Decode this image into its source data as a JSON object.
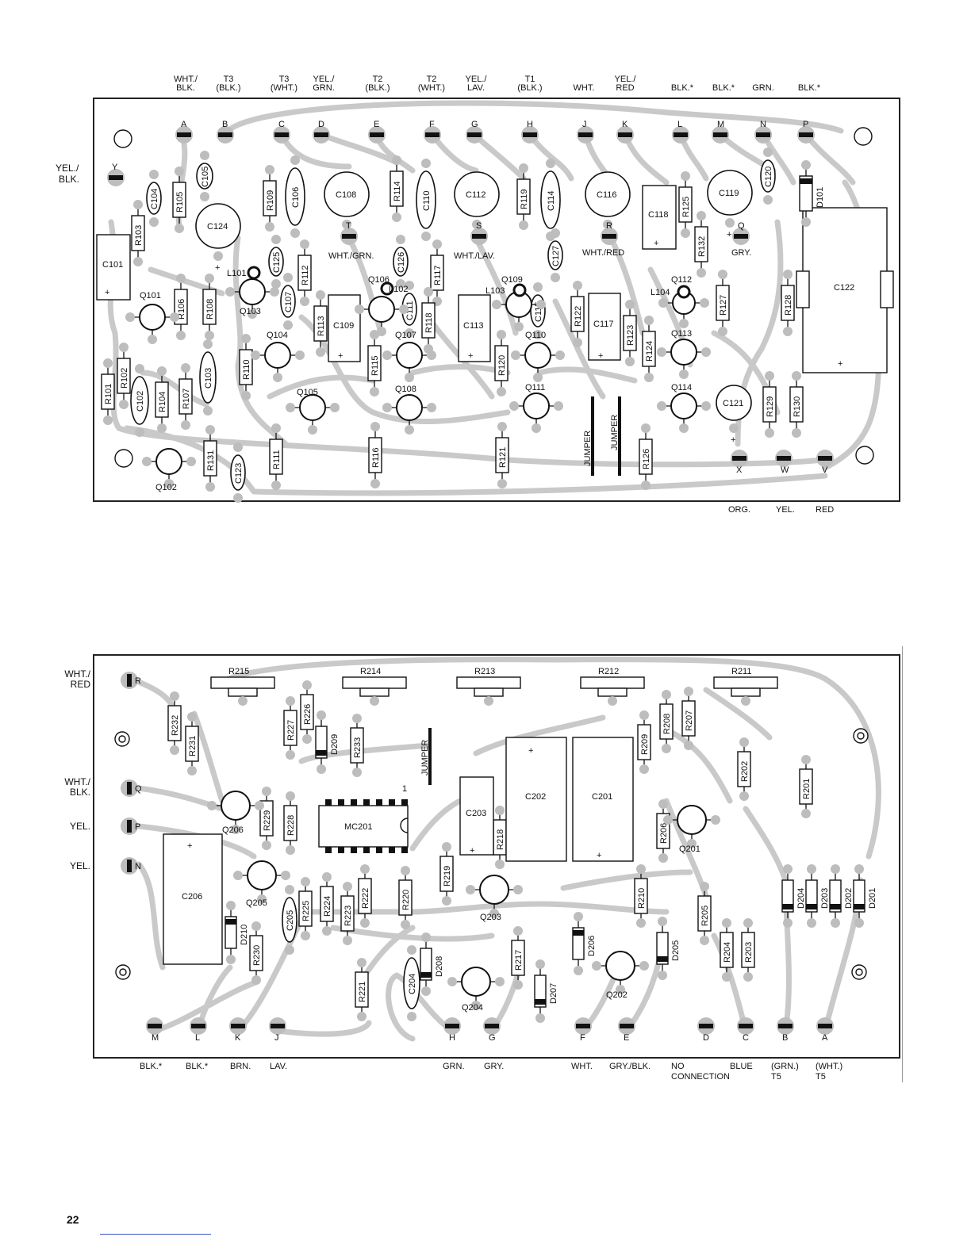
{
  "page_number": "22",
  "upper_board": {
    "top_labels": [
      {
        "text": "WHT./\nBLK."
      },
      {
        "text": "T3\n(BLK.)"
      },
      {
        "text": "T3\n(WHT.)"
      },
      {
        "text": "YEL./\nGRN."
      },
      {
        "text": "T2\n(BLK.)"
      },
      {
        "text": "T2\n(WHT.)"
      },
      {
        "text": "YEL./\nLAV."
      },
      {
        "text": "T1\n(BLK.)"
      },
      {
        "text": "WHT."
      },
      {
        "text": "YEL./\nRED"
      },
      {
        "text": "BLK.*"
      },
      {
        "text": "BLK.*"
      },
      {
        "text": "GRN."
      },
      {
        "text": "BLK.*"
      }
    ],
    "pads_top": [
      "A",
      "B",
      "C",
      "D",
      "E",
      "F",
      "G",
      "H",
      "J",
      "K",
      "L",
      "M",
      "N",
      "P"
    ],
    "side_label": "YEL./\nBLK.",
    "side_pad": "Y",
    "bottom_labels": [
      "ORG.",
      "YEL.",
      "RED"
    ],
    "bottom_pads": [
      "X",
      "W",
      "V"
    ],
    "inner_labels": [
      "WHT./GRN.",
      "WHT./LAV.",
      "WHT./RED",
      "GRY."
    ],
    "inner_pads": [
      "T",
      "S",
      "R",
      "Q"
    ],
    "jumpers": [
      "JUMPER",
      "JUMPER"
    ],
    "resistors": [
      "R101",
      "R102",
      "R103",
      "R104",
      "R105",
      "R106",
      "R107",
      "R108",
      "R109",
      "R110",
      "R111",
      "R112",
      "R113",
      "R114",
      "R115",
      "R116",
      "R117",
      "R118",
      "R119",
      "R120",
      "R121",
      "R122",
      "R123",
      "R124",
      "R125",
      "R126",
      "R127",
      "R128",
      "R129",
      "R130",
      "R131",
      "R132"
    ],
    "capacitors": [
      "C101",
      "C102",
      "C103",
      "C104",
      "C105",
      "C106",
      "C107",
      "C108",
      "C109",
      "C110",
      "C111",
      "C112",
      "C113",
      "C114",
      "C115",
      "C116",
      "C117",
      "C118",
      "C119",
      "C120",
      "C121",
      "C122",
      "C123",
      "C124",
      "C125",
      "C126",
      "C127"
    ],
    "transistors": [
      "Q101",
      "Q102",
      "Q103",
      "Q104",
      "Q105",
      "Q106",
      "Q107",
      "Q108",
      "Q109",
      "Q110",
      "Q111",
      "Q112",
      "Q113",
      "Q114"
    ],
    "coils": [
      "L101",
      "L102",
      "L103",
      "L104"
    ],
    "diodes": [
      "D101"
    ]
  },
  "lower_board": {
    "left_labels": [
      "WHT./\nRED",
      "WHT./\nBLK.",
      "YEL.",
      "YEL."
    ],
    "left_pads": [
      "R",
      "Q",
      "P",
      "N"
    ],
    "bottom_pads": [
      "M",
      "L",
      "K",
      "J",
      "H",
      "G",
      "F",
      "E",
      "D",
      "C",
      "B",
      "A"
    ],
    "bottom_labels": [
      "BLK.*",
      "BLK.*",
      "BRN.",
      "LAV.",
      "GRN.",
      "GRY.",
      "WHT.",
      "GRY./BLK.",
      "NO\nCONNECTION",
      "BLUE",
      "(GRN.)\nT5",
      "(WHT.)\nT5"
    ],
    "jumper": "JUMPER",
    "ic": "MC201",
    "ic_pin1": "1",
    "top_resistors": [
      "R215",
      "R214",
      "R213",
      "R212",
      "R211"
    ],
    "resistors": [
      "R201",
      "R202",
      "R203",
      "R204",
      "R205",
      "R206",
      "R207",
      "R208",
      "R209",
      "R210",
      "R217",
      "R218",
      "R219",
      "R220",
      "R221",
      "R222",
      "R223",
      "R224",
      "R225",
      "R226",
      "R227",
      "R228",
      "R229",
      "R230",
      "R231",
      "R232",
      "R233"
    ],
    "capacitors": [
      "C201",
      "C202",
      "C203",
      "C204",
      "C205",
      "C206"
    ],
    "transistors": [
      "Q201",
      "Q202",
      "Q203",
      "Q204",
      "Q205",
      "Q206"
    ],
    "diodes": [
      "D201",
      "D202",
      "D203",
      "D204",
      "D205",
      "D206",
      "D207",
      "D208",
      "D209",
      "D210"
    ]
  }
}
